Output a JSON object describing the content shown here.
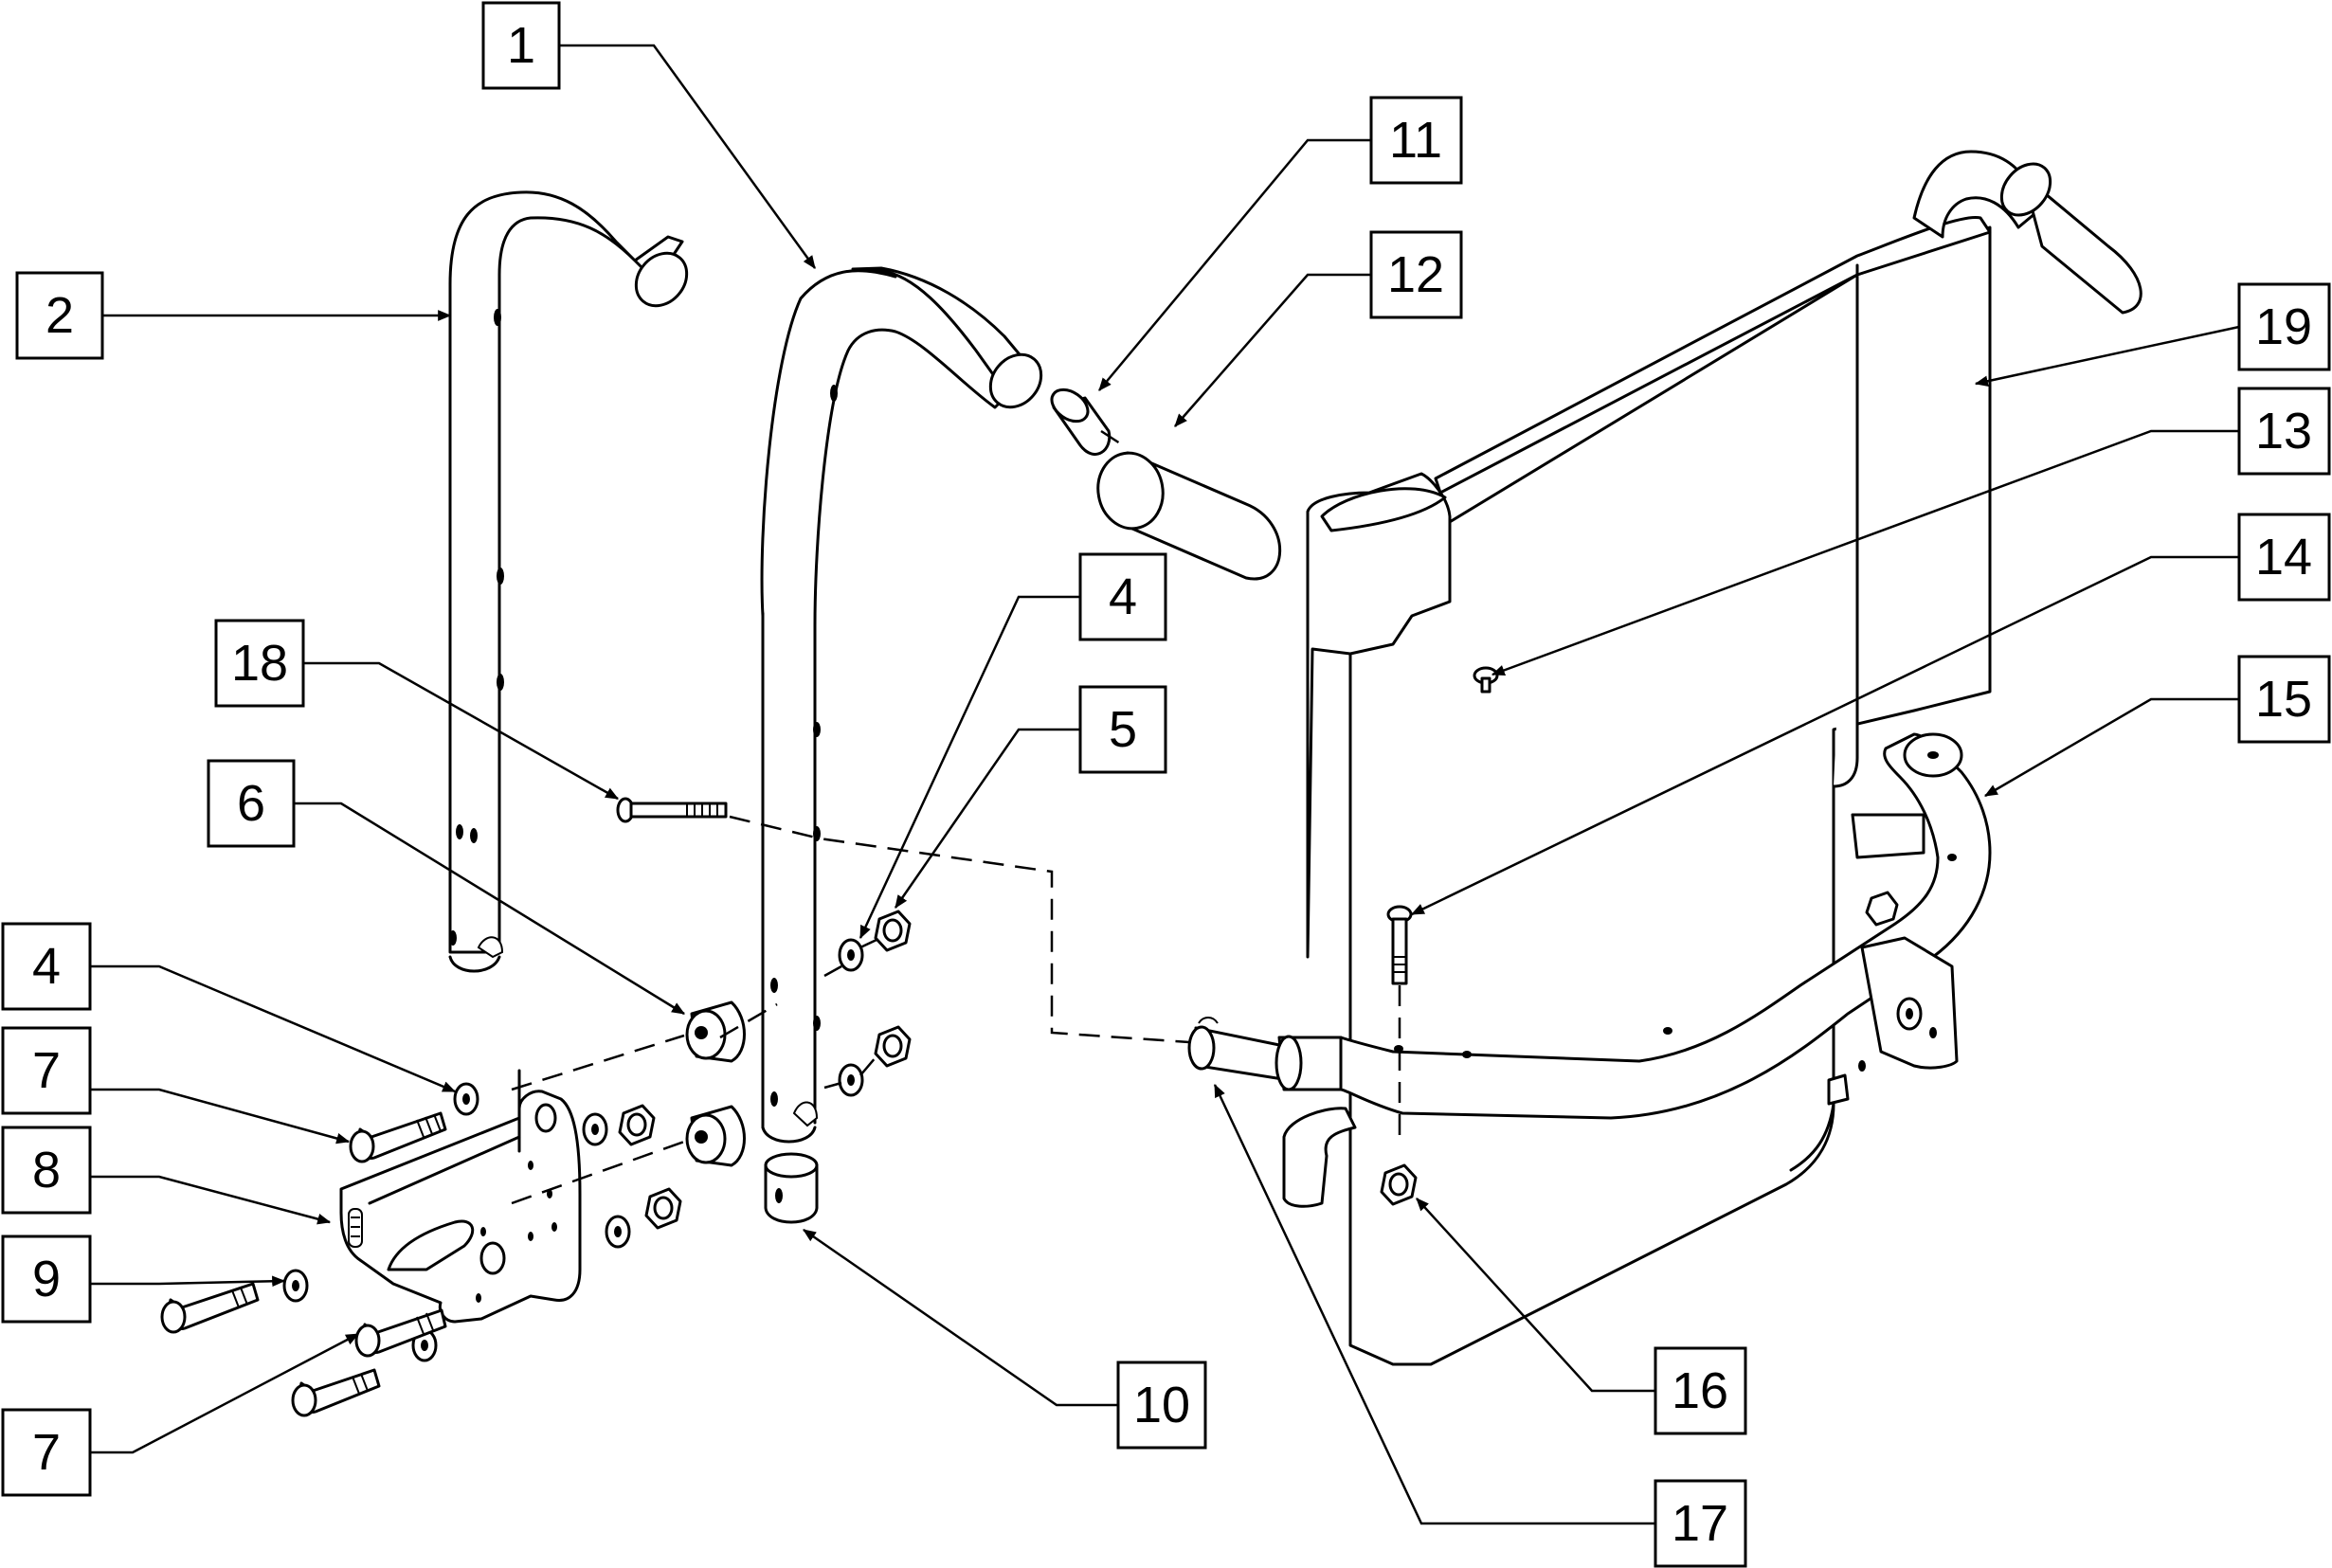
{
  "callouts": {
    "c1": "1",
    "c2": "2",
    "c4a": "4",
    "c4b": "4",
    "c5": "5",
    "c6": "6",
    "c7a": "7",
    "c7b": "7",
    "c8": "8",
    "c9": "9",
    "c10": "10",
    "c11": "11",
    "c12": "12",
    "c13": "13",
    "c14": "14",
    "c15": "15",
    "c16": "16",
    "c17": "17",
    "c18": "18",
    "c19": "19"
  }
}
